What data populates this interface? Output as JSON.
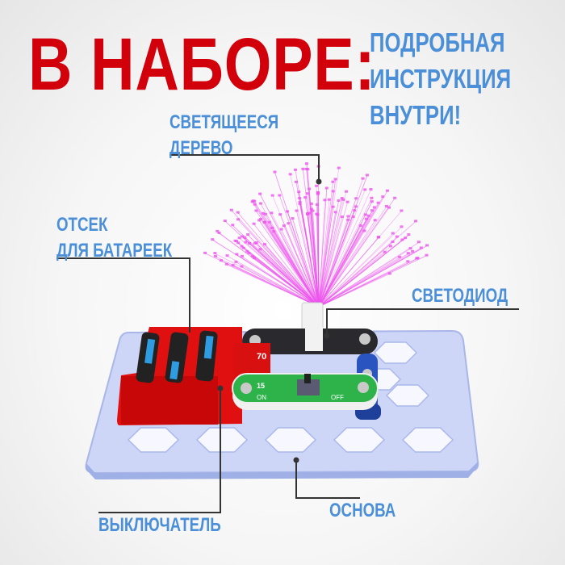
{
  "header": {
    "title": "В НАБОРЕ:",
    "info_lines": [
      "ПОДРОБНАЯ",
      "ИНСТРУКЦИЯ",
      "ВНУТРИ!"
    ]
  },
  "callouts": {
    "tree": [
      "СВЕТЯЩЕЕСЯ",
      "ДЕРЕВО"
    ],
    "battery": [
      "ОТСЕК",
      "ДЛЯ БАТАРЕЕК"
    ],
    "led": "СВЕТОДИОД",
    "switch": "ВЫКЛЮЧАТЕЛЬ",
    "base": "ОСНОВА"
  },
  "product": {
    "switch_module": {
      "number": "15",
      "on_label": "ON",
      "off_label": "OFF"
    },
    "battery_module_number": "70",
    "colors": {
      "title": "#d2000a",
      "labels": "#4a8fd8",
      "fiber": "#ee55ee",
      "base": "#c8d2f5",
      "battery_box": "#e01010",
      "switch": "#2db34a",
      "wire": "#2a2a2e"
    }
  }
}
